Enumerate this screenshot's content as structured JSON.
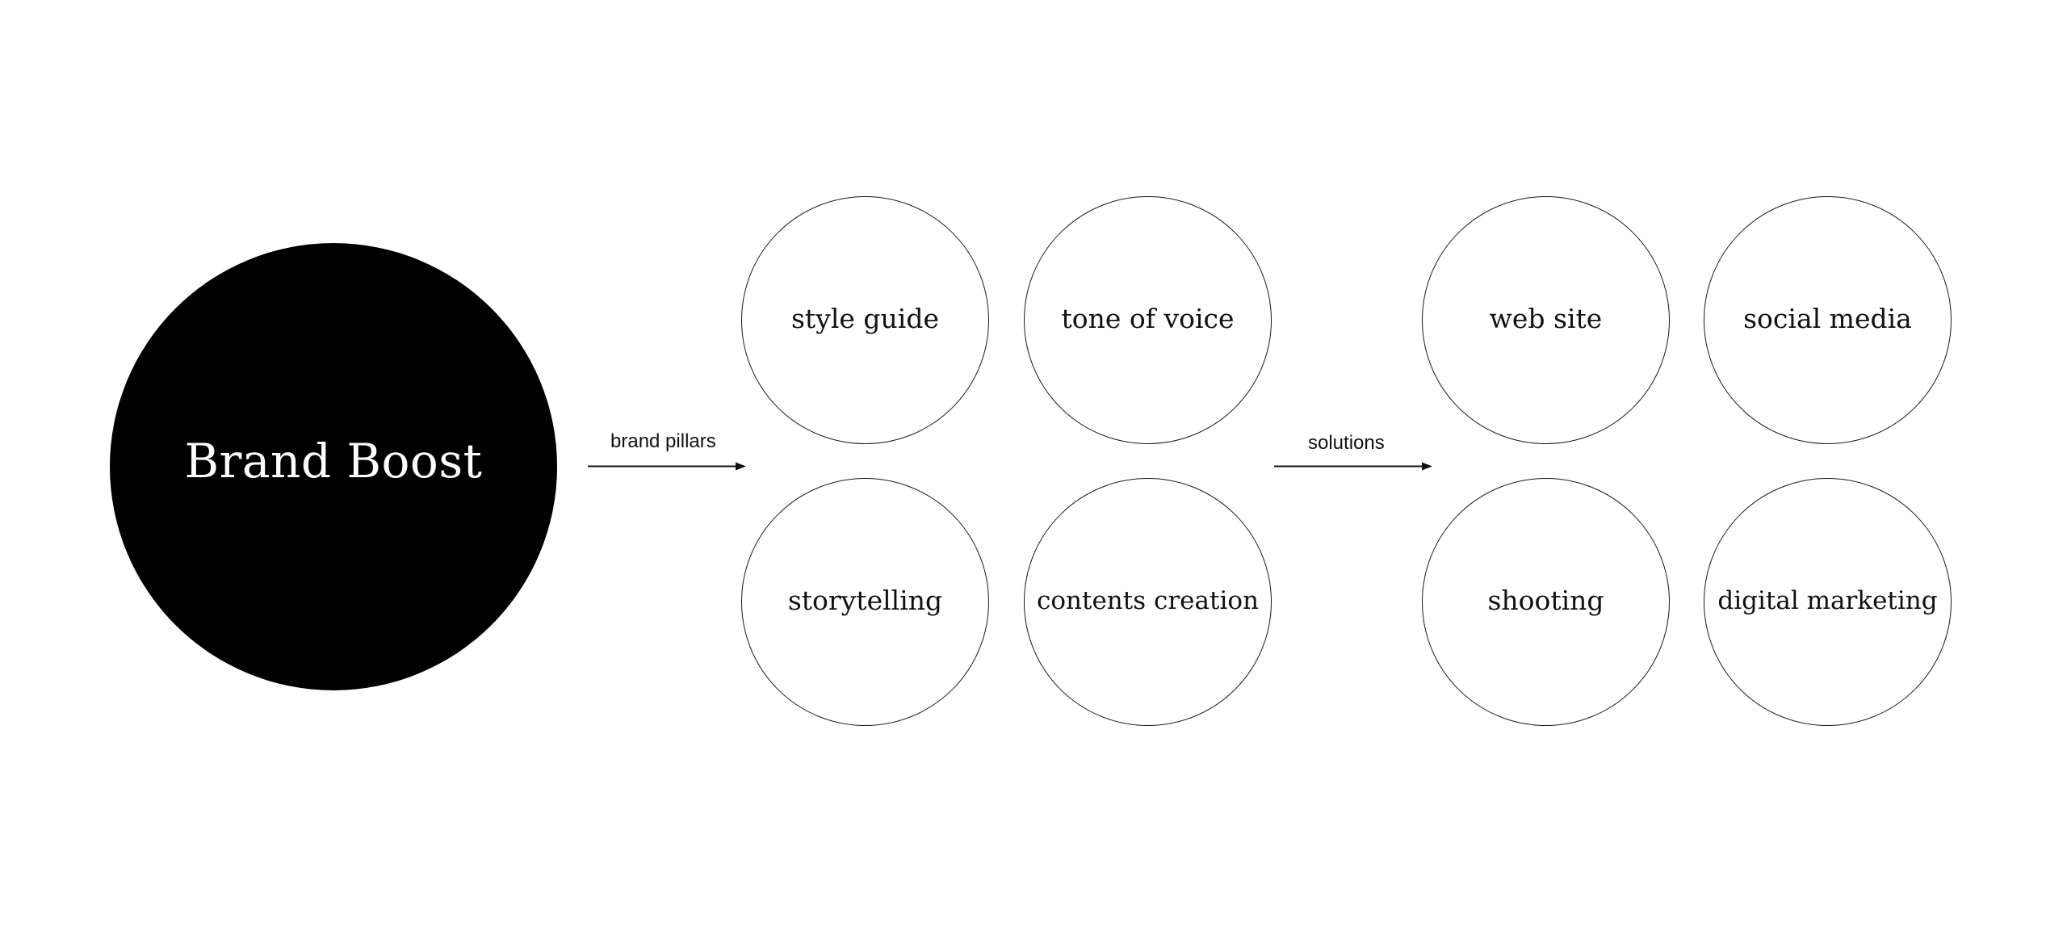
{
  "diagram": {
    "center": {
      "label": "Brand Boost"
    },
    "connectors": [
      {
        "label": "brand pillars"
      },
      {
        "label": "solutions"
      }
    ],
    "pillars": [
      {
        "label": "style guide"
      },
      {
        "label": "tone of voice"
      },
      {
        "label": "storytelling"
      },
      {
        "label": "contents creation"
      }
    ],
    "solutions": [
      {
        "label": "web site"
      },
      {
        "label": "social media"
      },
      {
        "label": "shooting"
      },
      {
        "label": "digital marketing"
      }
    ]
  },
  "colors": {
    "main_fill": "#000000",
    "stroke": "#1a1a1a",
    "background": "#ffffff"
  }
}
